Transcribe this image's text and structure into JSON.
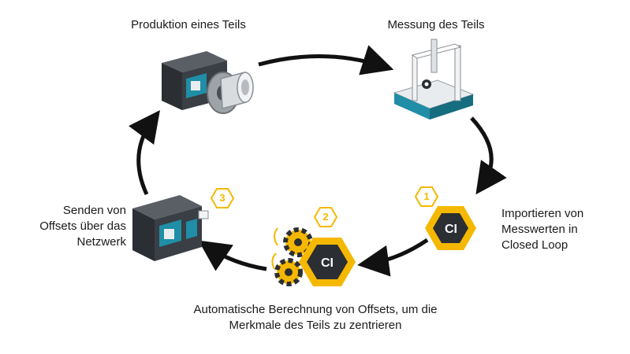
{
  "steps": {
    "production": {
      "label": "Produktion eines Teils"
    },
    "measurement": {
      "label": "Messung des Teils"
    },
    "import": {
      "number": "1",
      "lines": [
        "Importieren von",
        "Messwerten in",
        "Closed Loop"
      ],
      "badge_text": "CI"
    },
    "calculation": {
      "number": "2",
      "lines": [
        "Automatische Berechnung von Offsets, um die",
        "Merkmale des Teils zu zentrieren"
      ],
      "badge_text": "CI"
    },
    "send": {
      "number": "3",
      "lines": [
        "Senden von",
        "Offsets über das",
        "Netzwerk"
      ]
    }
  },
  "colors": {
    "accent": "#f5b800",
    "machine_dark": "#2b2e33",
    "machine_teal": "#1f8ea6",
    "arrow": "#111111"
  }
}
